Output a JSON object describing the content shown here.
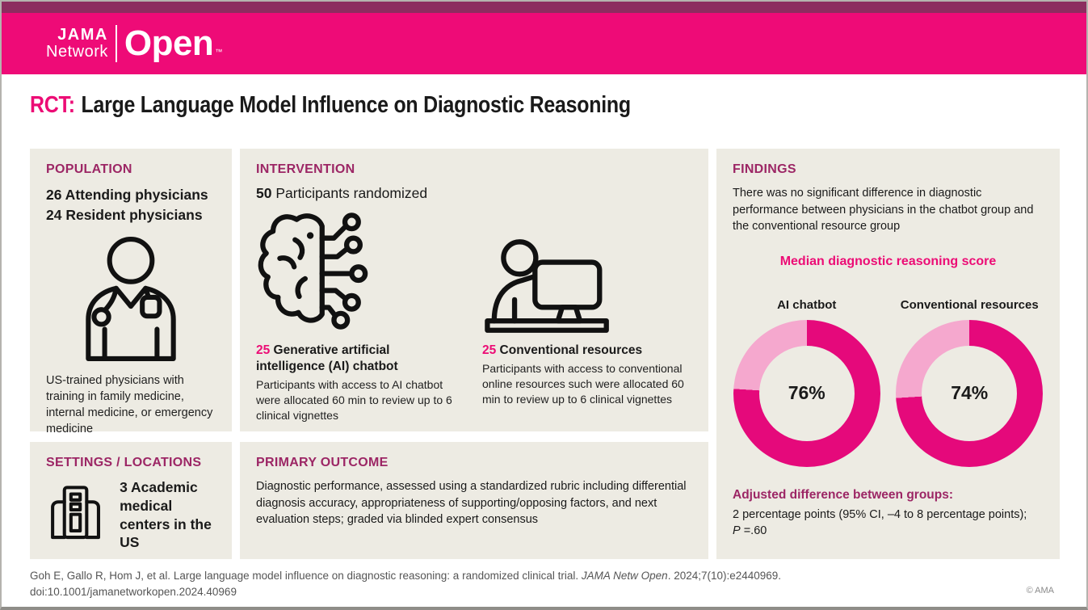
{
  "header": {
    "brand_top": "JAMA",
    "brand_bottom": "Network",
    "wordmark": "Open",
    "trademark": "™"
  },
  "title": {
    "prefix": "RCT:",
    "text": "Large Language Model Influence on Diagnostic Reasoning"
  },
  "population": {
    "heading": "POPULATION",
    "items": [
      {
        "count": "26",
        "label": " Attending physicians"
      },
      {
        "count": "24",
        "label": " Resident physicians"
      }
    ],
    "icon": "physician-icon",
    "description": "US-trained physicians with training in family medicine, internal medicine, or emergency medicine"
  },
  "settings": {
    "heading": "SETTINGS / LOCATIONS",
    "icon": "hospital-building-icon",
    "text": "3 Academic medical centers in the US"
  },
  "intervention": {
    "heading": "INTERVENTION",
    "randomized_count": "50",
    "randomized_label": " Participants randomized",
    "arms": [
      {
        "count": "25",
        "icon": "ai-brain-circuit-icon",
        "title": " Generative artificial intelligence (AI) chatbot",
        "description": "Participants with access to AI chatbot were allocated 60 min to review up to 6 clinical vignettes"
      },
      {
        "count": "25",
        "icon": "person-at-computer-icon",
        "title": " Conventional resources",
        "description": "Participants with access to conventional online resources such were allocated 60 min to review up to 6 clinical vignettes"
      }
    ]
  },
  "primary_outcome": {
    "heading": "PRIMARY OUTCOME",
    "text": "Diagnostic performance, assessed using a standardized rubric including differential diagnosis accuracy, appropriateness of supporting/opposing factors, and next evaluation steps; graded via blinded expert consensus"
  },
  "findings": {
    "heading": "FINDINGS",
    "summary": "There was no significant difference in diagnostic performance between physicians in the chatbot group and the conventional resource group",
    "adjusted_heading": "Adjusted difference between groups:",
    "adjusted_text": "2 percentage points (95% CI, –4 to 8 percentage points);",
    "p_label": "P",
    "p_value": " =.60"
  },
  "chart_data": {
    "type": "pie",
    "title": "Median diagnostic reasoning score",
    "legend_position": "none",
    "charts": [
      {
        "label": "AI chatbot",
        "value_pct": 76,
        "display": "76%"
      },
      {
        "label": "Conventional resources",
        "value_pct": 74,
        "display": "74%"
      }
    ],
    "colors": {
      "primary": "#E5097B",
      "remainder": "#F5A8CE"
    }
  },
  "footer": {
    "citation_plain": "Goh E, Gallo R, Hom J, et al. Large language model influence on diagnostic reasoning: a randomized clinical trial. ",
    "citation_journal": "JAMA Netw Open",
    "citation_tail": ". 2024;7(10):e2440969.",
    "citation_line2": "doi:10.1001/jamanetworkopen.2024.40969",
    "copyright": "© AMA"
  },
  "colors": {
    "brand_pink": "#EE0B77",
    "header_strip_plum": "#8C2D5F",
    "heading_plum": "#9C2665",
    "accent_pink_text": "#EC0C75",
    "panel_background": "#EDEBE3"
  }
}
